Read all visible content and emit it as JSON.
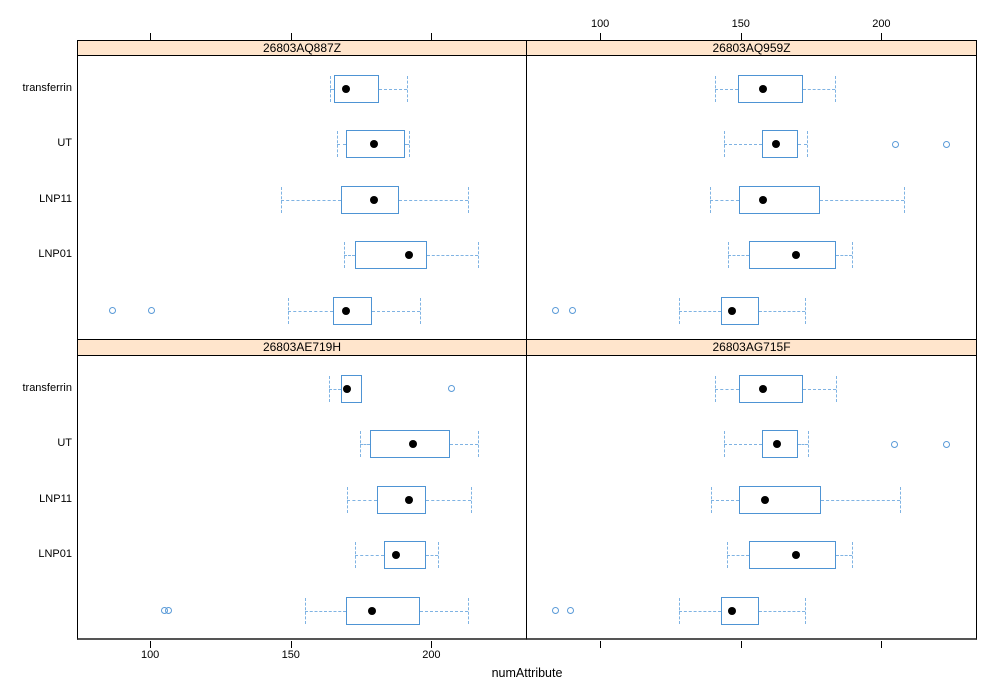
{
  "colors": {
    "strip_bg": "#ffe5cc",
    "strip_border": "#000000",
    "panel_border": "#000000",
    "box_stroke": "#4e94d4",
    "whisker": "#7fb3e3",
    "outlier": "#5b9bd8",
    "median_dot": "#000000",
    "axis_text": "#000000",
    "bottom_rule": "#555555"
  },
  "chart_data": {
    "type": "boxplot",
    "orientation": "horizontal",
    "layout": "2x2-lattice",
    "xlabel": "numAttribute",
    "xlim": [
      74,
      234
    ],
    "x_ticks": [
      100,
      150,
      200
    ],
    "top_axis_labels_column": "right",
    "bottom_axis_labels_column": "left",
    "row_labels_top_to_bottom": [
      "transferrin",
      "UT",
      "LNP11",
      "LNP01",
      ""
    ],
    "panels": [
      {
        "title": "26803AQ887Z",
        "position": "top-left",
        "boxes": [
          {
            "label": "transferrin",
            "whisker_low": 164,
            "q1": 165.5,
            "median": 169.5,
            "q3": 181.5,
            "whisker_high": 191.5,
            "outliers": []
          },
          {
            "label": "UT",
            "whisker_low": 166.5,
            "q1": 169.5,
            "median": 179.5,
            "q3": 190.5,
            "whisker_high": 192,
            "outliers": []
          },
          {
            "label": "LNP11",
            "whisker_low": 146.5,
            "q1": 168,
            "median": 179.5,
            "q3": 188.5,
            "whisker_high": 213,
            "outliers": []
          },
          {
            "label": "LNP01",
            "whisker_low": 169,
            "q1": 173,
            "median": 192,
            "q3": 198.5,
            "whisker_high": 216.5,
            "outliers": []
          },
          {
            "label": "",
            "whisker_low": 149,
            "q1": 165,
            "median": 169.5,
            "q3": 179,
            "whisker_high": 196,
            "outliers": [
              86.5,
              100.5
            ]
          }
        ]
      },
      {
        "title": "26803AQ959Z",
        "position": "top-right",
        "boxes": [
          {
            "label": "transferrin",
            "whisker_low": 141,
            "q1": 149,
            "median": 158,
            "q3": 172,
            "whisker_high": 183.5,
            "outliers": []
          },
          {
            "label": "UT",
            "whisker_low": 144,
            "q1": 157.5,
            "median": 162.5,
            "q3": 170.5,
            "whisker_high": 173.5,
            "outliers": [
              205,
              223
            ]
          },
          {
            "label": "LNP11",
            "whisker_low": 139,
            "q1": 149.5,
            "median": 158,
            "q3": 178,
            "whisker_high": 208,
            "outliers": []
          },
          {
            "label": "LNP01",
            "whisker_low": 145.5,
            "q1": 153,
            "median": 169.5,
            "q3": 184,
            "whisker_high": 189.5,
            "outliers": []
          },
          {
            "label": "",
            "whisker_low": 128,
            "q1": 143,
            "median": 147,
            "q3": 156.5,
            "whisker_high": 173,
            "outliers": [
              84,
              90
            ]
          }
        ]
      },
      {
        "title": "26803AE719H",
        "position": "bottom-left",
        "boxes": [
          {
            "label": "transferrin",
            "whisker_low": 163.5,
            "q1": 168,
            "median": 170,
            "q3": 175.5,
            "whisker_high": 175.5,
            "outliers": [
              207
            ]
          },
          {
            "label": "UT",
            "whisker_low": 174.5,
            "q1": 178,
            "median": 193.5,
            "q3": 206.5,
            "whisker_high": 216.5,
            "outliers": []
          },
          {
            "label": "LNP11",
            "whisker_low": 170,
            "q1": 180.5,
            "median": 192,
            "q3": 198,
            "whisker_high": 214,
            "outliers": []
          },
          {
            "label": "LNP01",
            "whisker_low": 173,
            "q1": 183,
            "median": 187.5,
            "q3": 198,
            "whisker_high": 202.5,
            "outliers": []
          },
          {
            "label": "",
            "whisker_low": 155,
            "q1": 169.5,
            "median": 179,
            "q3": 196,
            "whisker_high": 213,
            "outliers": [
              105,
              106.5
            ]
          }
        ]
      },
      {
        "title": "26803AG715F",
        "position": "bottom-right",
        "boxes": [
          {
            "label": "transferrin",
            "whisker_low": 141,
            "q1": 149.5,
            "median": 158,
            "q3": 172,
            "whisker_high": 184,
            "outliers": []
          },
          {
            "label": "UT",
            "whisker_low": 144,
            "q1": 157.5,
            "median": 163,
            "q3": 170.5,
            "whisker_high": 174,
            "outliers": [
              204.5,
              223
            ]
          },
          {
            "label": "LNP11",
            "whisker_low": 139.5,
            "q1": 149.5,
            "median": 158.5,
            "q3": 178.5,
            "whisker_high": 206.5,
            "outliers": []
          },
          {
            "label": "LNP01",
            "whisker_low": 145,
            "q1": 153,
            "median": 169.5,
            "q3": 184,
            "whisker_high": 189.5,
            "outliers": []
          },
          {
            "label": "",
            "whisker_low": 128,
            "q1": 143,
            "median": 147,
            "q3": 156.5,
            "whisker_high": 173,
            "outliers": [
              84,
              89.5
            ]
          }
        ]
      }
    ]
  }
}
